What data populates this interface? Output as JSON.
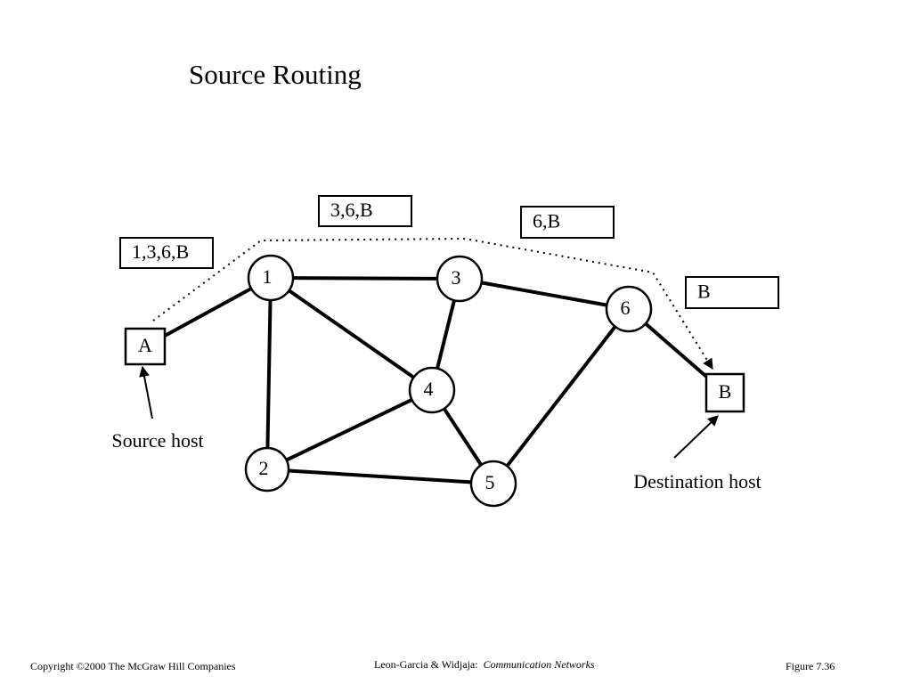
{
  "title": "Source Routing",
  "colors": {
    "ink": "#000000",
    "background": "#ffffff"
  },
  "nodes": [
    {
      "id": "1",
      "label": "1"
    },
    {
      "id": "2",
      "label": "2"
    },
    {
      "id": "3",
      "label": "3"
    },
    {
      "id": "4",
      "label": "4"
    },
    {
      "id": "5",
      "label": "5"
    },
    {
      "id": "6",
      "label": "6"
    }
  ],
  "hosts": [
    {
      "id": "A",
      "label": "A",
      "caption": "Source host"
    },
    {
      "id": "B",
      "label": "B",
      "caption": "Destination host"
    }
  ],
  "links": [
    [
      "A",
      "1"
    ],
    [
      "1",
      "3"
    ],
    [
      "1",
      "2"
    ],
    [
      "1",
      "4"
    ],
    [
      "3",
      "4"
    ],
    [
      "3",
      "6"
    ],
    [
      "2",
      "4"
    ],
    [
      "2",
      "5"
    ],
    [
      "4",
      "5"
    ],
    [
      "5",
      "6"
    ],
    [
      "6",
      "B"
    ]
  ],
  "route": [
    "A",
    "1",
    "3",
    "6",
    "B"
  ],
  "headers": [
    {
      "at": "A",
      "text": "1,3,6,B"
    },
    {
      "at": "1",
      "text": "3,6,B"
    },
    {
      "at": "3",
      "text": "6,B"
    },
    {
      "at": "6",
      "text": "B"
    }
  ],
  "footer": {
    "copyright": "Copyright ©2000 The McGraw Hill Companies",
    "authors": "Leon-Garcia & Widjaja:",
    "book": "Communication Networks",
    "figure": "Figure 7.36"
  }
}
